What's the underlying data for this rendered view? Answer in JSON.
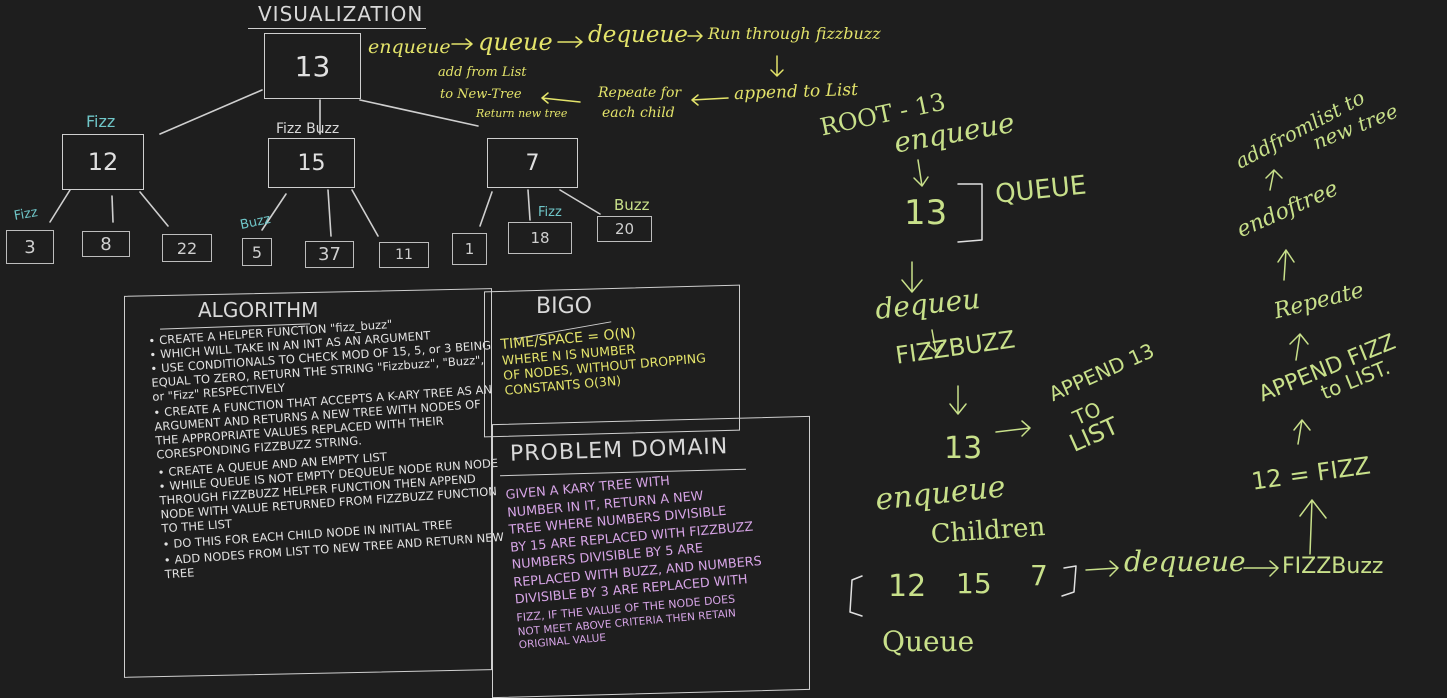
{
  "tree": {
    "title": "VISUALIZATION",
    "root": "13",
    "children": [
      {
        "value": "12",
        "tag": "Fizz",
        "leaves": [
          "3",
          "8",
          "22"
        ],
        "leaf_tags": [
          "Fizz",
          "",
          ""
        ]
      },
      {
        "value": "15",
        "tag": "Fizz Buzz",
        "leaves": [
          "5",
          "37",
          "11"
        ],
        "leaf_tags": [
          "Buzz",
          "",
          ""
        ]
      },
      {
        "value": "7",
        "tag": "",
        "leaves": [
          "1",
          "18",
          "20"
        ],
        "leaf_tags": [
          "",
          "Fizz",
          "Buzz"
        ]
      }
    ]
  },
  "flow": {
    "enqueue": "enqueue",
    "queue": "queue",
    "dequeue": "dequeue",
    "run": "Run through fizzbuzz",
    "append": "append to List",
    "repeat_line1": "Repeate for",
    "repeat_line2": "each child",
    "addlist_line1": "add from List",
    "addlist_line2": "to New-Tree",
    "return_tree": "Return new tree"
  },
  "algorithm": {
    "title": "ALGORITHM",
    "items": [
      "CREATE A HELPER FUNCTION \"fizz_buzz\"",
      "WHICH WILL TAKE IN AN INT AS AN ARGUMENT",
      "USE CONDITIONALS TO CHECK MOD OF 15, 5, or 3 BEING EQUAL TO ZERO, RETURN THE STRING \"Fizzbuzz\", \"Buzz\", or \"Fizz\" RESPECTIVELY",
      "CREATE A FUNCTION THAT ACCEPTS A K-ARY TREE AS AN ARGUMENT AND RETURNS A NEW TREE WITH NODES OF THE APPROPRIATE VALUES REPLACED WITH THEIR CORESPONDING FIZZBUZZ STRING.",
      "CREATE A QUEUE AND AN EMPTY LIST",
      "WHILE QUEUE IS NOT EMPTY DEQUEUE NODE RUN NODE THROUGH FIZZBUZZ HELPER FUNCTION THEN APPEND NODE WITH VALUE RETURNED FROM FIZZBUZZ FUNCTION TO THE LIST",
      "DO THIS FOR EACH CHILD NODE IN INITIAL TREE",
      "ADD NODES FROM LIST TO NEW TREE AND RETURN NEW TREE"
    ]
  },
  "bigo": {
    "title": "BIGO",
    "lines": [
      "TIME/SPACE = O(N)",
      "WHERE N IS NUMBER",
      "OF NODES, WITHOUT DROPPING",
      "CONSTANTS O(3N)"
    ]
  },
  "problem_domain": {
    "title": "PROBLEM DOMAIN",
    "lines": [
      "GIVEN A KARY TREE WITH",
      "NUMBER IN IT, RETURN A NEW",
      "TREE WHERE NUMBERS DIVISIBLE",
      "BY 15 ARE REPLACED WITH FIZZBUZZ",
      "NUMBERS DIVISIBLE BY 5 ARE",
      "REPLACED WITH BUZZ, AND NUMBERS",
      "DIVISIBLE BY 3 ARE REPLACED WITH",
      "FIZZ, IF THE VALUE OF THE NODE DOES",
      "NOT MEET ABOVE CRITERIA THEN RETAIN",
      "ORIGINAL VALUE"
    ]
  },
  "walkthrough": {
    "root": "ROOT - 13",
    "enqueue": "enqueue",
    "queue_val": "13",
    "queue_label": "QUEUE",
    "dequeue": "dequeu",
    "fizzbuzz": "FIZZBUZZ",
    "result": "13",
    "append_line1": "APPEND 13",
    "append_line2": "TO",
    "append_line3": "LIST",
    "enqueue2": "enqueue",
    "children": "Children",
    "queue_items": [
      "12",
      "15",
      "7"
    ],
    "dequeue2": "dequeue",
    "fizzbuzz2": "FIZZBuzz",
    "queue2": "Queue",
    "right_12": "12 = FIZZ",
    "right_append_line1": "APPEND FIZZ",
    "right_append_line2": "to LIST.",
    "right_repeate": "Repeate",
    "right_endoftree": "endoftree",
    "right_add_line1": "addfromlist to",
    "right_add_line2": "new tree"
  }
}
